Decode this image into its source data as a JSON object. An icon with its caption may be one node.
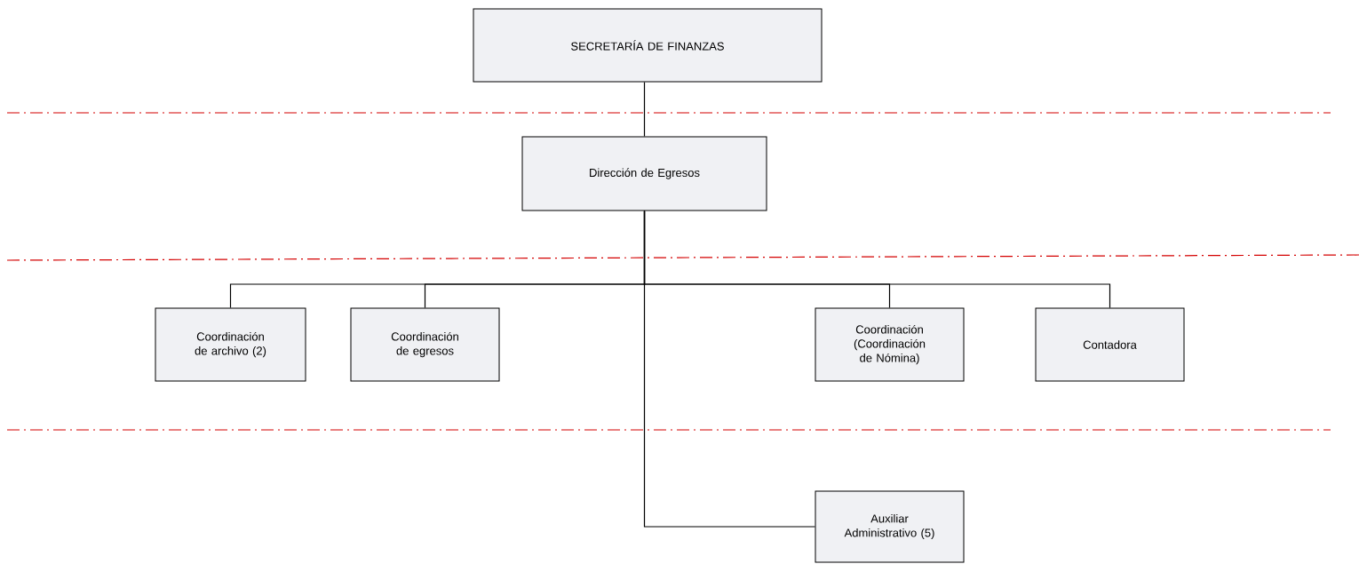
{
  "diagram": {
    "nodes": [
      {
        "text": [
          "SECRETARÍA DE FINANZAS"
        ]
      },
      {
        "text": [
          "Dirección de Egresos"
        ]
      },
      {
        "text": [
          "Coordinación de archivo (2)"
        ]
      },
      {
        "text": [
          "Coordinación de egresos"
        ]
      },
      {
        "text": [
          "Coordinación (Coordinación de Nómina)"
        ]
      },
      {
        "text": [
          "Contadora"
        ]
      },
      {
        "text": [
          "Auxiliar Administrativo (5)"
        ]
      }
    ],
    "edges": [
      {
        "from": 0,
        "to": 1,
        "arrow": "none"
      },
      {
        "from": 1,
        "to": 2,
        "arrow": "none"
      },
      {
        "from": 1,
        "to": 3,
        "arrow": "none"
      },
      {
        "from": 1,
        "to": 4,
        "arrow": "none"
      },
      {
        "from": 1,
        "to": 5,
        "arrow": "none"
      },
      {
        "from": 1,
        "to": 6,
        "arrow": "none"
      }
    ]
  }
}
